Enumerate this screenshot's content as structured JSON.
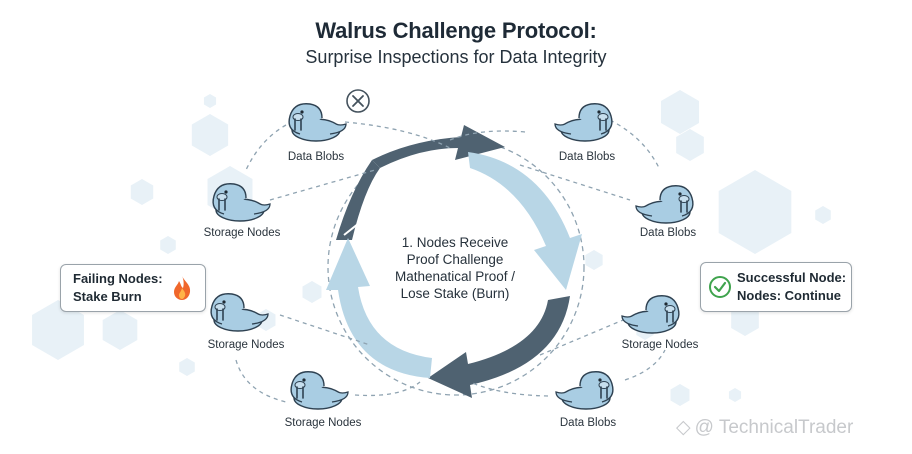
{
  "title": "Walrus Challenge Protocol:",
  "subtitle": "Surprise Inspections for Data Integrity",
  "center_text": [
    "1. Nodes Receive",
    "Proof Challenge",
    "Mathenatical Proof /",
    "Lose Stake (Burn)"
  ],
  "labels": {
    "left_top": "Data Blobs",
    "left_mid": "Storage Nodes",
    "left_low": "Storage Nodes",
    "left_bottom": "Storage Nodes",
    "right_top": "Data Blobs",
    "right_mid": "Data Blobs",
    "right_low": "Storage Nodes",
    "right_bottom": "Data Blobs"
  },
  "failing_callout": [
    "Failing Nodes:",
    "Stake Burn"
  ],
  "success_callout": [
    "Successful Node:",
    "Nodes: Continue"
  ],
  "watermark": "@ TechnicalTrader",
  "icons": {
    "fail": "fire-icon",
    "success": "check-circle-icon",
    "reject": "x-circle-icon",
    "node": "walrus-icon"
  },
  "colors": {
    "arrow_light": "#b8d6e6",
    "arrow_dark": "#4f6271",
    "walrus_body": "#a9cde3",
    "hexagon": "#e8f1f7",
    "fire": "#f0672b",
    "check": "#3fa34d"
  }
}
